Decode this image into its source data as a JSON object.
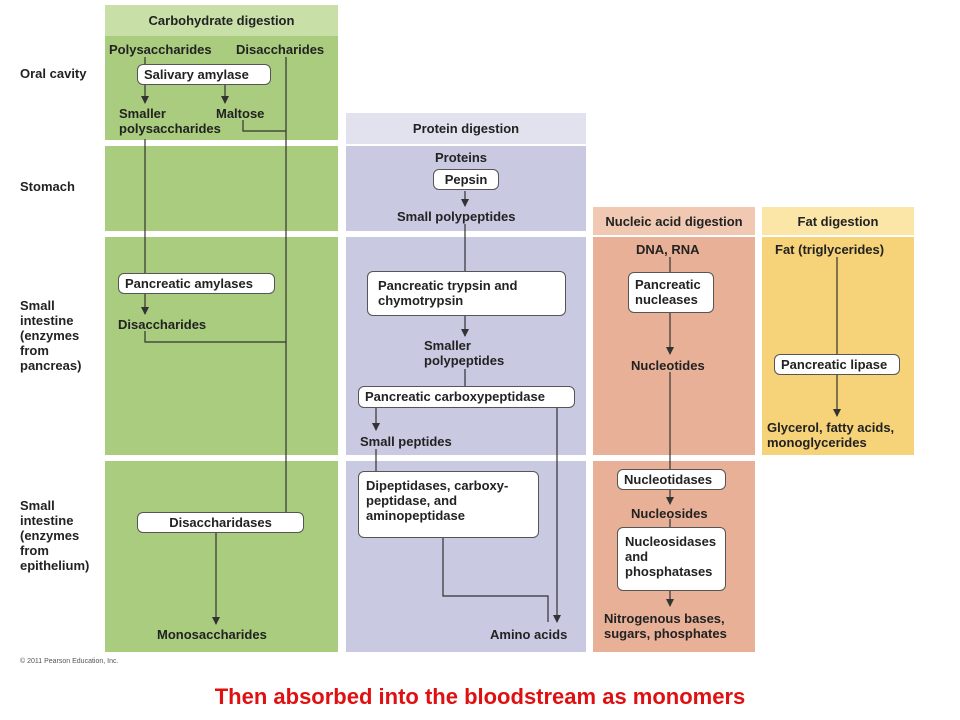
{
  "colors": {
    "carb_header": "#c9dfa8",
    "carb_body": "#a9cc7e",
    "protein_header": "#e2e2ef",
    "protein_body": "#c9c9e2",
    "nucleic_header": "#f1c9b3",
    "nucleic_body": "#e8b096",
    "fat_header": "#fbe6a8",
    "fat_body": "#f6d278",
    "caption": "#e01010"
  },
  "headers": {
    "carb": "Carbohydrate digestion",
    "protein": "Protein digestion",
    "nucleic": "Nucleic acid digestion",
    "fat": "Fat digestion"
  },
  "rows": {
    "oral": "Oral cavity",
    "stomach": "Stomach",
    "si_pancreas": "Small intestine (enzymes from pancreas)",
    "si_epithelium": "Small intestine (enzymes from epithelium)"
  },
  "carb": {
    "polysaccharides": "Polysaccharides",
    "disaccharides_top": "Disaccharides",
    "salivary_amylase": "Salivary amylase",
    "smaller_polysaccharides": "Smaller polysaccharides",
    "maltose": "Maltose",
    "pancreatic_amylases": "Pancreatic amylases",
    "disaccharides": "Disaccharides",
    "disaccharidases": "Disaccharidases",
    "monosaccharides": "Monosaccharides"
  },
  "protein": {
    "proteins": "Proteins",
    "pepsin": "Pepsin",
    "small_polypeptides": "Small polypeptides",
    "trypsin": "Pancreatic trypsin and chymotrypsin",
    "smaller_polypeptides": "Smaller polypeptides",
    "carboxypeptidase": "Pancreatic carboxypeptidase",
    "small_peptides": "Small peptides",
    "dipeptidases": "Dipeptidases, carboxy-peptidase, and aminopeptidase",
    "amino_acids": "Amino acids"
  },
  "nucleic": {
    "dna_rna": "DNA, RNA",
    "nucleases": "Pancreatic nucleases",
    "nucleotides": "Nucleotides",
    "nucleotidases": "Nucleotidases",
    "nucleosides": "Nucleosides",
    "nucleosidases": "Nucleosidases and phosphatases",
    "bases": "Nitrogenous bases, sugars, phosphates"
  },
  "fat": {
    "fat": "Fat (triglycerides)",
    "lipase": "Pancreatic lipase",
    "products": "Glycerol, fatty acids, monoglycerides"
  },
  "credit": "© 2011 Pearson Education, Inc.",
  "caption": "Then absorbed into the bloodstream as monomers"
}
